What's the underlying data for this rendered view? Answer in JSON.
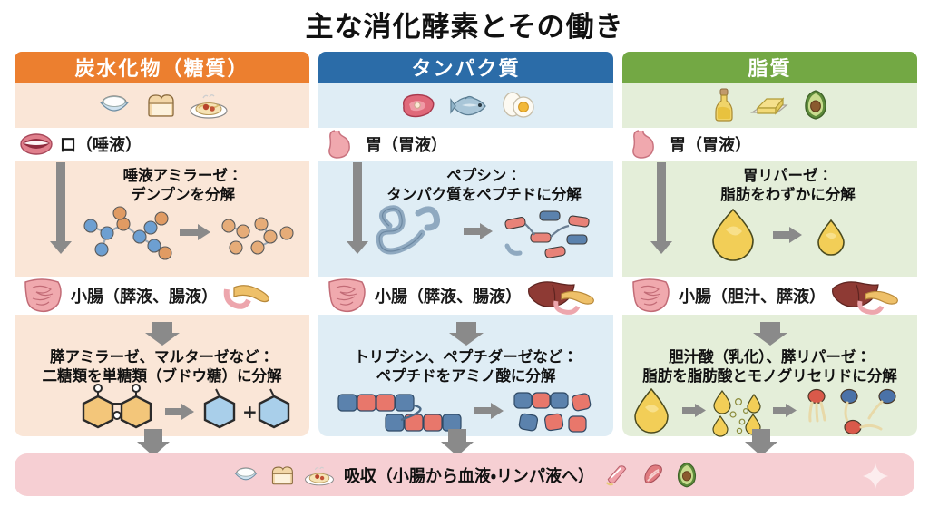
{
  "title": "主な消化酵素とその働き",
  "columns": [
    {
      "id": "carbohydrate",
      "header": "炭水化物（糖質）",
      "accent": "#ec7f2f",
      "panel_bg": "#fae6d7",
      "foods": [
        "rice-bowl-icon",
        "bread-loaf-icon",
        "spaghetti-plate-icon"
      ],
      "stages": [
        {
          "organ": "口（唾液）",
          "organ_icon": "mouth-icon",
          "enzyme_line1": "唾液アミラーゼ：",
          "enzyme_line2": "デンプンを分解",
          "reaction": "starch-to-fragments"
        },
        {
          "organ": "小腸（膵液、腸液）",
          "organ_icon": "small-intestine-icon",
          "organ_extra_icon": "pancreas-icon",
          "enzyme_line1": "膵アミラーゼ、マルターゼなど：",
          "enzyme_line2": "二糖類を単糖類（ブドウ糖）に分解",
          "reaction": "disaccharide-to-monosaccharide"
        }
      ]
    },
    {
      "id": "protein",
      "header": "タンパク質",
      "accent": "#2b6ca8",
      "panel_bg": "#dfedf5",
      "foods": [
        "steak-icon",
        "fish-icon",
        "egg-icon"
      ],
      "stages": [
        {
          "organ": "胃（胃液）",
          "organ_icon": "stomach-icon",
          "enzyme_line1": "ペプシン：",
          "enzyme_line2": "タンパク質をペプチドに分解",
          "reaction": "protein-to-peptide"
        },
        {
          "organ": "小腸（膵液、腸液）",
          "organ_icon": "small-intestine-icon",
          "organ_extra_icon": "liver-pancreas-icon",
          "enzyme_line1": "トリプシン、ペプチダーゼなど：",
          "enzyme_line2": "ペプチドをアミノ酸に分解",
          "reaction": "peptide-to-amino-acid"
        }
      ]
    },
    {
      "id": "fat",
      "header": "脂質",
      "accent": "#73a844",
      "panel_bg": "#e4eed9",
      "foods": [
        "oil-bottle-icon",
        "butter-icon",
        "avocado-icon"
      ],
      "stages": [
        {
          "organ": "胃（胃液）",
          "organ_icon": "stomach-icon",
          "enzyme_line1": "胃リパーゼ：",
          "enzyme_line2": "脂肪をわずかに分解",
          "reaction": "fat-droplet-partial"
        },
        {
          "organ": "小腸（胆汁、膵液）",
          "organ_icon": "small-intestine-icon",
          "organ_extra_icon": "liver-pancreas-icon",
          "enzyme_line1": "胆汁酸（乳化）、膵リパーゼ：",
          "enzyme_line2": "脂肪を脂肪酸とモノグリセリドに分解",
          "reaction": "fat-to-fatty-acid"
        }
      ]
    }
  ],
  "footer": {
    "text": "吸収（小腸から血液・リンパ液へ）",
    "bg": "#f6cfd3",
    "left_icons": [
      "rice-bowl-icon",
      "bread-loaf-icon",
      "spaghetti-plate-icon"
    ],
    "right_icons": [
      "meat-slice-icon",
      "bacon-icon",
      "avocado-icon"
    ]
  }
}
